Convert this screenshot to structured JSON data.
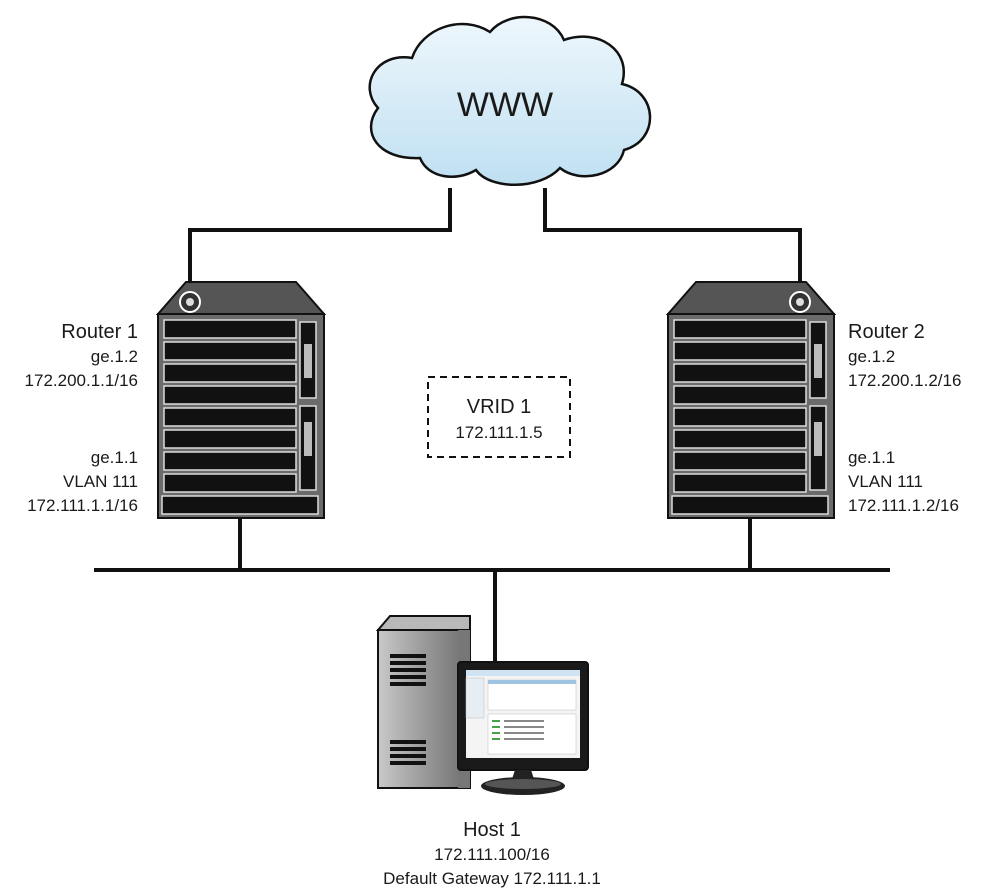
{
  "cloud": {
    "label": "WWW"
  },
  "router1": {
    "name": "Router 1",
    "wan_port": "ge.1.2",
    "wan_ip": "172.200.1.1/16",
    "lan_port": "ge.1.1",
    "lan_vlan": "VLAN 111",
    "lan_ip": "172.111.1.1/16"
  },
  "router2": {
    "name": "Router 2",
    "wan_port": "ge.1.2",
    "wan_ip": "172.200.1.2/16",
    "lan_port": "ge.1.1",
    "lan_vlan": "VLAN 111",
    "lan_ip": "172.111.1.2/16"
  },
  "vrid": {
    "title": "VRID 1",
    "ip": "172.111.1.5"
  },
  "host": {
    "name": "Host 1",
    "ip": "172.111.100/16",
    "gateway": "Default Gateway 172.111.1.1"
  }
}
